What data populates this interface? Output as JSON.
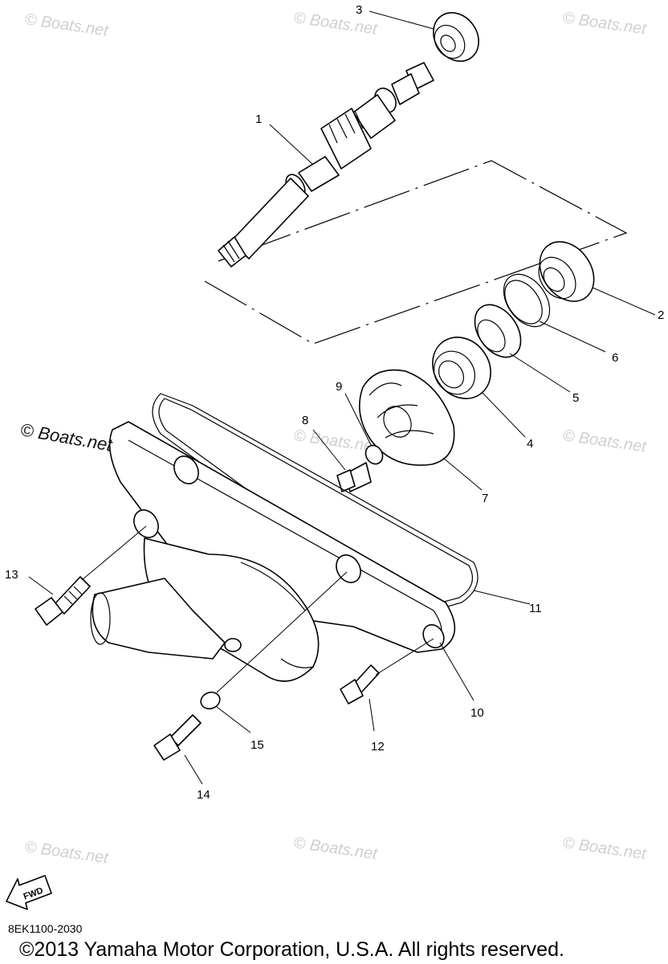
{
  "watermark": "© Boats.net",
  "callouts": [
    "1",
    "2",
    "3",
    "4",
    "5",
    "6",
    "7",
    "8",
    "9",
    "10",
    "11",
    "12",
    "13",
    "14",
    "15"
  ],
  "fwd_label": "FWD",
  "diagram_code": "8EK1100-2030",
  "copyright": "©2013 Yamaha Motor Corporation, U.S.A. All rights reserved."
}
